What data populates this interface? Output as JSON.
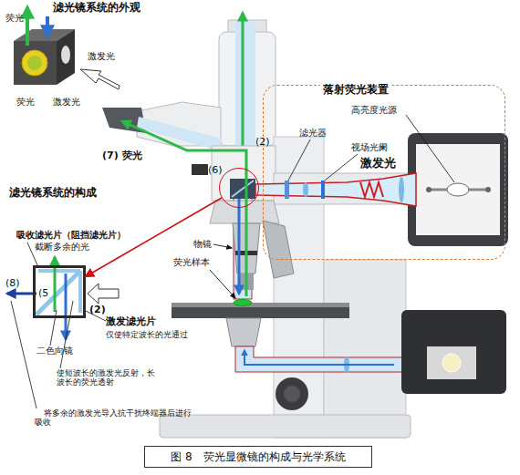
{
  "diagram": {
    "caption": "图 8　荧光显微镜的构成与光学系统",
    "nodes": [
      {
        "text": [
          "落射荧光装置"
        ]
      },
      {
        "text": [
          "(6)"
        ]
      },
      {
        "text": [
          "(5"
        ]
      }
    ],
    "edges": [
      {
        "from": 1,
        "to": 2,
        "arrow": "to"
      }
    ],
    "labels": [
      "滤光镜系统的外观",
      "荧光",
      "激发光",
      "荧光",
      "激发光",
      "高亮度光源",
      "滤光器",
      "视场光阑",
      "激发光",
      "(2)",
      "(7) 荧光",
      "滤光镜系统的构成",
      "吸收滤光片（阻挡滤光片）",
      "截断多余的光",
      "物镜",
      "荧光样本",
      "(8)",
      "(2)",
      "激发滤光片",
      "仅使特定波长的光通过",
      "二色向镜",
      "使短波长的激发光反射，长波长的荧光透射",
      "将多余的激发光导入抗干扰终端器后进行吸收"
    ]
  }
}
